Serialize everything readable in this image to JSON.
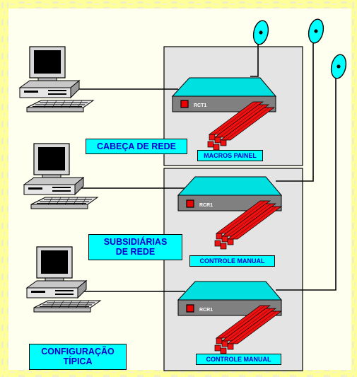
{
  "labels": {
    "head_network": "CABEÇA DE REDE",
    "subsidiaries_line1": "SUBSIDIÁRIAS",
    "subsidiaries_line2": "DE REDE",
    "typical_line1": "CONFIGURAÇÃO",
    "typical_line2": "TÍPICA"
  },
  "units": [
    {
      "device_label": "RCT1",
      "panel_label": "MACROS PAINEL"
    },
    {
      "device_label": "RCR1",
      "panel_label": "CONTROLE MANUAL"
    },
    {
      "device_label": "RCR1",
      "panel_label": "CONTROLE MANUAL"
    }
  ],
  "colors": {
    "background": "#fffff0",
    "border": "#ffff99",
    "panel": "#e4e4e4",
    "device_top": "#00e0e0",
    "device_body": "#808080",
    "cable_bundle": "#ee1111",
    "label_fill": "#00ffff",
    "label_text": "#0000cc",
    "antenna": "#00ffff"
  },
  "icons": [
    "desktop-computer-icon",
    "satellite-dish-icon",
    "rack-device-icon",
    "cable-bundle-icon"
  ]
}
